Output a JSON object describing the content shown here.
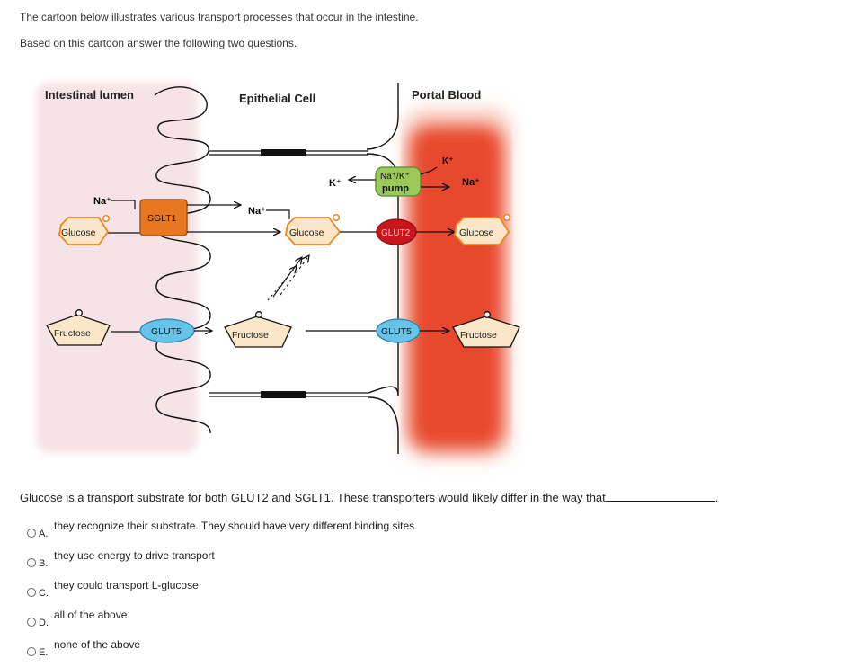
{
  "intro": {
    "line1": "The cartoon below illustrates various transport processes that occur in the intestine.",
    "line2": "Based on this cartoon answer the following two questions."
  },
  "diagram": {
    "regions": {
      "lumen": "Intestinal lumen",
      "cell": "Epithelial Cell",
      "blood": "Portal Blood"
    },
    "ions": {
      "na_lumen": "Na⁺",
      "na_cell": "Na⁺",
      "k_cell": "K⁺",
      "k_blood": "K⁺",
      "na_blood": "Na⁺"
    },
    "pump_line1": "Na⁺/K⁺",
    "pump_line2": "pump",
    "transporters": {
      "sglt1": "SGLT1",
      "glut5_apical": "GLUT5",
      "glut2": "GLUT2",
      "glut5_basal": "GLUT5"
    },
    "molecules": {
      "glucose_lumen": "Glucose",
      "glucose_cell": "Glucose",
      "glucose_blood": "Glucose",
      "fructose_lumen": "Fructose",
      "fructose_cell": "Fructose",
      "fructose_blood": "Fructose"
    },
    "colors": {
      "lumen_bg": "#f7e4e8",
      "blood_red": "#e84a2e",
      "sglt1": "#e8771f",
      "glut5": "#66c4e8",
      "glut2": "#c8161c",
      "pump": "#9ac95a",
      "molecule_fill": "#fbe6c9",
      "molecule_stroke": "#e8881f"
    }
  },
  "question": {
    "text": "Glucose is a transport substrate for both GLUT2 and SGLT1. These transporters would likely differ in the way that",
    "end": "."
  },
  "options": [
    {
      "letter": "A.",
      "text": "they recognize their substrate. They should have very different binding sites."
    },
    {
      "letter": "B.",
      "text": "they use energy to drive transport"
    },
    {
      "letter": "C.",
      "text": "they could transport L-glucose"
    },
    {
      "letter": "D.",
      "text": "all of the above"
    },
    {
      "letter": "E.",
      "text": "none of the above"
    }
  ]
}
